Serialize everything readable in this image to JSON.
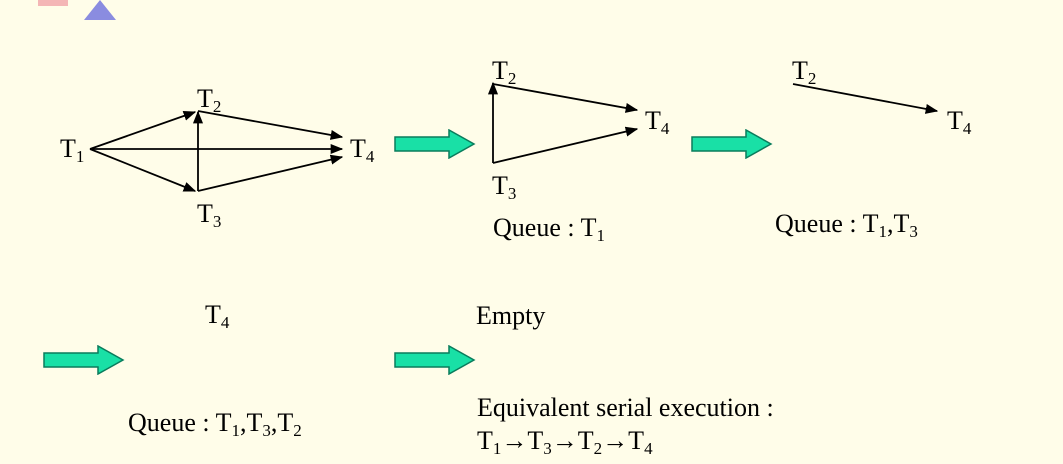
{
  "colors": {
    "background": "#FFFDE9",
    "arrow_fill": "#19E0A6",
    "arrow_stroke": "#0A7C5C",
    "edge": "#000000"
  },
  "nodes": {
    "T1": {
      "letter": "T",
      "index": "1"
    },
    "T2": {
      "letter": "T",
      "index": "2"
    },
    "T3": {
      "letter": "T",
      "index": "3"
    },
    "T4": {
      "letter": "T",
      "index": "4"
    }
  },
  "queue_label": "Queue : ",
  "stage2": {
    "queue": [
      "1"
    ]
  },
  "stage3": {
    "queue": [
      "1",
      "3"
    ]
  },
  "stage4": {
    "queue": [
      "1",
      "3",
      "2"
    ]
  },
  "stage5": {
    "empty_label": "Empty"
  },
  "serial": {
    "title": "Equivalent serial execution :",
    "order": [
      "1",
      "3",
      "2",
      "4"
    ],
    "arrow": "→"
  },
  "icons": {
    "logo": "corner-logo-icon",
    "flow": "block-arrow-icon"
  }
}
